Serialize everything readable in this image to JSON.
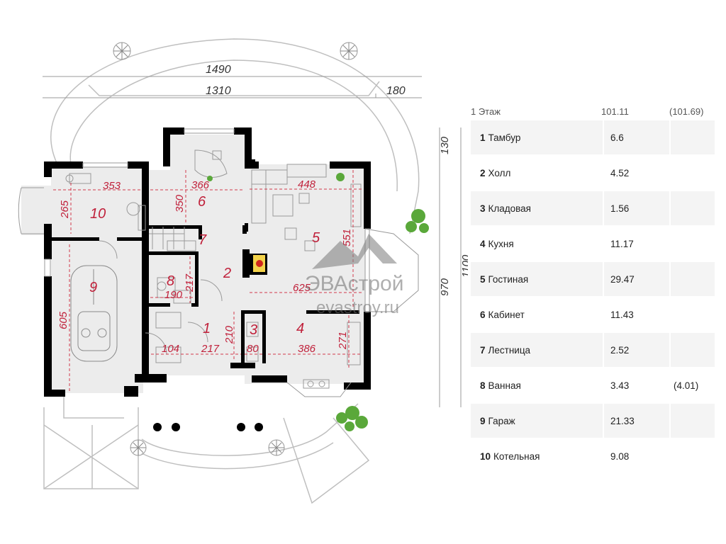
{
  "plan": {
    "dims": {
      "total_width": "1490",
      "main_width": "1310",
      "extra_width": "180",
      "right_top": "130",
      "right_mid": "970",
      "right_total": "1100"
    },
    "room_numbers": [
      "10",
      "6",
      "7",
      "5",
      "8",
      "2",
      "9",
      "1",
      "3",
      "4"
    ],
    "room_dims": {
      "r10_w": "353",
      "r10_h": "265",
      "r6_w": "366",
      "r6_h": "350",
      "r5_w": "448",
      "r5_h": "551",
      "r8_h": "217",
      "r8_w": "190",
      "r5_bottom": "625",
      "r9_h": "605",
      "r1_a": "104",
      "r1_b": "217",
      "r1_c": "210",
      "r3_w": "80",
      "r4_w": "386",
      "r4_h": "271"
    },
    "watermark": {
      "brand": "ЭВАстрой",
      "site": "evastroy.ru"
    }
  },
  "table": {
    "header": {
      "floor": "1 Этаж",
      "area": "101.11",
      "area_alt": "(101.69)"
    },
    "rows": [
      {
        "num": "1",
        "name": "Тамбур",
        "area": "6.6",
        "alt": ""
      },
      {
        "num": "2",
        "name": "Холл",
        "area": "4.52",
        "alt": ""
      },
      {
        "num": "3",
        "name": "Кладовая",
        "area": "1.56",
        "alt": ""
      },
      {
        "num": "4",
        "name": "Кухня",
        "area": "11.17",
        "alt": ""
      },
      {
        "num": "5",
        "name": "Гостиная",
        "area": "29.47",
        "alt": ""
      },
      {
        "num": "6",
        "name": "Кабинет",
        "area": "11.43",
        "alt": ""
      },
      {
        "num": "7",
        "name": "Лестница",
        "area": "2.52",
        "alt": ""
      },
      {
        "num": "8",
        "name": "Ванная",
        "area": "3.43",
        "alt": "(4.01)"
      },
      {
        "num": "9",
        "name": "Гараж",
        "area": "21.33",
        "alt": ""
      },
      {
        "num": "10",
        "name": "Котельная",
        "area": "9.08",
        "alt": ""
      }
    ]
  }
}
